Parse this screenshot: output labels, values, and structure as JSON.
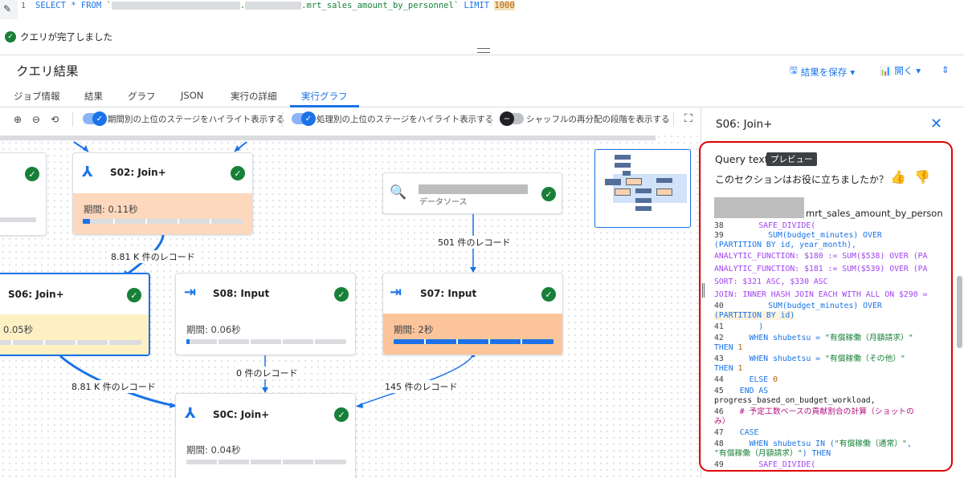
{
  "editor": {
    "line_number": "1",
    "sql_prefix": "SELECT * FROM ",
    "sql_table": ".mrt_sales_amount_by_personnel`",
    "sql_limit_kw": " LIMIT ",
    "sql_limit_value": "1000"
  },
  "status": {
    "text": "クエリが完了しました"
  },
  "header": {
    "title": "クエリ結果",
    "save_label": "結果を保存",
    "open_label": "開く"
  },
  "tabs": [
    "ジョブ情報",
    "結果",
    "グラフ",
    "JSON",
    "実行の詳細",
    "実行グラフ"
  ],
  "toolbar": {
    "toggle1_label": "期間別の上位のステージをハイライト表示する",
    "toggle2_label": "処理別の上位のステージをハイライト表示する",
    "toggle3_label": "シャッフルの再分配の段階を表示する"
  },
  "graph": {
    "nodes": {
      "s02": {
        "name": "S02: Join+",
        "duration": "期間: 0.11秒"
      },
      "datasource": {
        "subtitle": "データソース"
      },
      "s06": {
        "name": "S06: Join+",
        "duration": "0.05秒"
      },
      "s08": {
        "name": "S08: Input",
        "duration": "期間: 0.06秒"
      },
      "s07": {
        "name": "S07: Input",
        "duration": "期間: 2秒"
      },
      "s0c": {
        "name": "S0C: Join+",
        "duration": "期間: 0.04秒"
      }
    },
    "edges": {
      "e1": "8.81 K 件のレコード",
      "e2": "501 件のレコード",
      "e3": "8.81 K 件のレコード",
      "e4": "0 件のレコード",
      "e5": "145 件のレコード"
    }
  },
  "panel": {
    "title": "S06: Join+",
    "query_text_label": "Query text",
    "preview_badge": "プレビュー",
    "feedback_question": "このセクションはお役に立ちましたか？",
    "table_name": "mrt_sales_amount_by_personnel",
    "code": {
      "l38n": "38",
      "l38": "      SAFE_DIVIDE(",
      "l39n": "39",
      "l39": "        SUM(budget_minutes) OVER",
      "l39b": "(PARTITION BY id, year_month),",
      "a1": "ANALYTIC_FUNCTION: $180 := SUM($538) OVER (PA",
      "a2": "ANALYTIC_FUNCTION: $181 := SUM($539) OVER (PA",
      "a3": "SORT: $321 ASC, $330 ASC",
      "a4": "JOIN: INNER HASH JOIN EACH WITH ALL ON $290 =",
      "l40n": "40",
      "l40": "        SUM(budget_minutes) OVER",
      "l40b": "(PARTITION BY id)",
      "l41n": "41",
      "l41": "      )",
      "l42n": "42",
      "l42a": "    WHEN shubetsu = ",
      "l42s": "\"有償稼働（月額請求）\"",
      "l42b": "THEN ",
      "l42num": "1",
      "l43n": "43",
      "l43a": "    WHEN shubetsu = ",
      "l43s": "\"有償稼働（その他）\"",
      "l43b": "THEN ",
      "l43num": "1",
      "l44n": "44",
      "l44a": "    ELSE ",
      "l44num": "0",
      "l45n": "45",
      "l45": "  END AS",
      "l45b": "progress_based_on_budget_workload,",
      "l46n": "46",
      "l46": "  # 予定工数ベースの貢献割合の計算（ショットの",
      "l46b": "み）",
      "l47n": "47",
      "l47": "  CASE",
      "l48n": "48",
      "l48a": "    WHEN shubetsu IN (",
      "l48s": "\"有償稼働（通常）\"",
      "l48b": "\"有償稼働（月額請求）\"",
      "l48c": ") THEN",
      "l49n": "49",
      "l49": "      SAFE_DIVIDE("
    }
  },
  "icons": {
    "check": "check-circle-icon",
    "join": "join-icon",
    "input": "input-arrow-icon",
    "datasource": "magnifier-chart-icon"
  },
  "colors": {
    "accent": "#1a73e8",
    "success": "#188038",
    "highlight_red": "#e00000",
    "orange_fill": "#fdd8bd",
    "yellow_fill": "#fdf1c4"
  }
}
